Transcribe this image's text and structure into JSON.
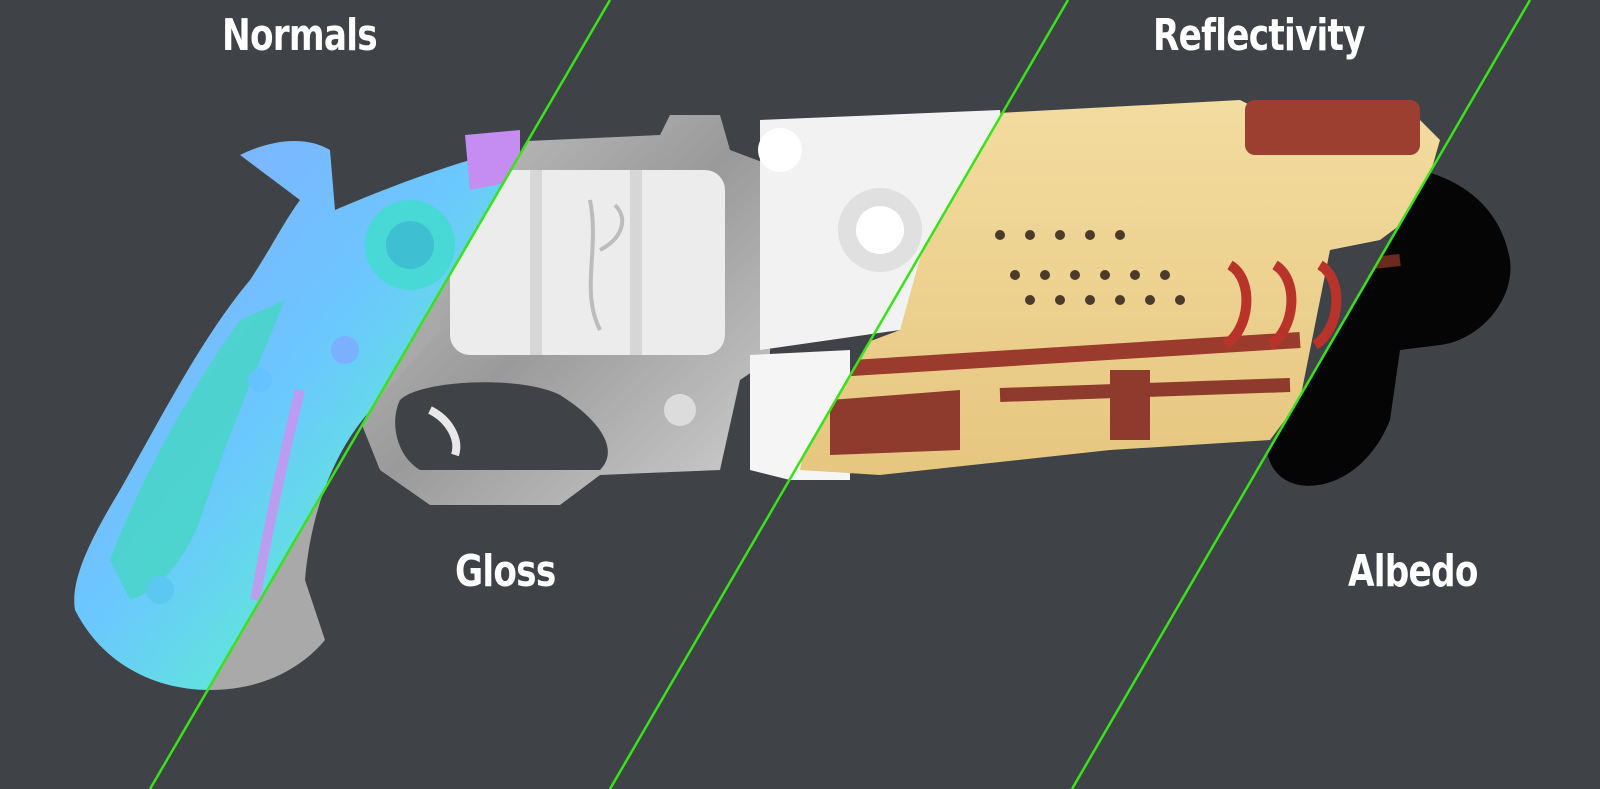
{
  "labels": {
    "normals": "Normals",
    "reflectivity": "Reflectivity",
    "gloss": "Gloss",
    "albedo": "Albedo"
  },
  "colors": {
    "background": "#3f4247",
    "divider": "#39e21a",
    "normals_blue": "#7fb2ff",
    "normals_cyan": "#5fe8e0",
    "normals_pink": "#d98cf2",
    "gloss_gray": "#b9b9b9",
    "gloss_white": "#efefef",
    "reflect_beige": "#f0d697",
    "albedo_rust": "#8e3a2c",
    "albedo_black": "#050505"
  }
}
